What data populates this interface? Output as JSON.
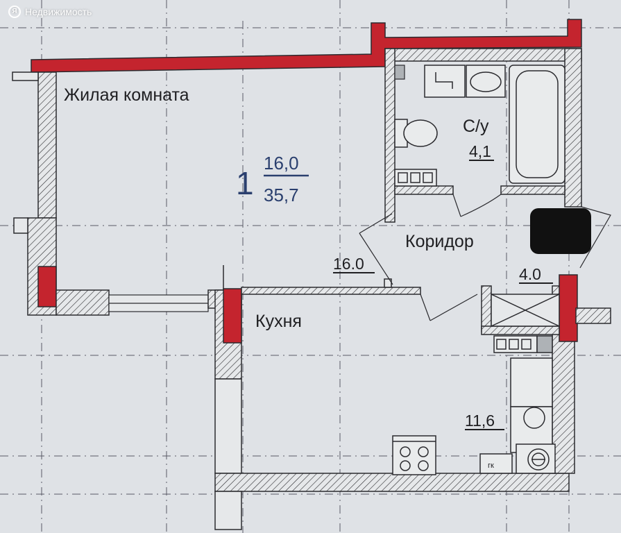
{
  "watermark": {
    "logo": "Я",
    "text": "Недвижимость"
  },
  "colors": {
    "paper": "#dfe2e6",
    "ext_wall": "#c4242e",
    "wall_fill": "#e6e8ea",
    "line": "#2a2a2e",
    "grid": "#5a5a66",
    "text": "#1f1f22",
    "redaction": "#111111"
  },
  "rooms": {
    "living": {
      "name": "Жилая комната"
    },
    "bathroom": {
      "name": "С/у",
      "area": "4,1"
    },
    "corridor": {
      "name": "Коридор",
      "area": "4.0"
    },
    "kitchen": {
      "name": "Кухня",
      "area": "11,6"
    }
  },
  "apartment": {
    "rooms_count": "1",
    "living_area": "16,0",
    "total_area": "35,7"
  },
  "living_area_mark": "16.0",
  "fixtures": {
    "gas_box": "гк"
  }
}
